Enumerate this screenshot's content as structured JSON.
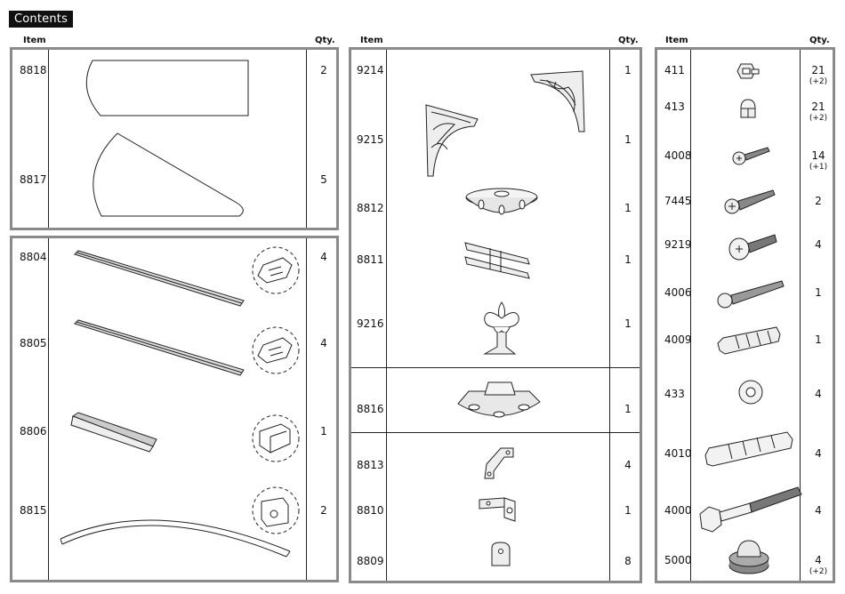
{
  "title": "Contents",
  "headers": {
    "item": "Item",
    "qty": "Qty."
  },
  "panel_a": [
    {
      "item": "8818",
      "qty": "2",
      "icon": "curved-panel-icon"
    },
    {
      "item": "8817",
      "qty": "5",
      "icon": "wedge-panel-icon"
    }
  ],
  "panel_b": [
    {
      "item": "8804",
      "qty": "4",
      "icon": "rail-profile-icon"
    },
    {
      "item": "8805",
      "qty": "4",
      "icon": "rail-profile-icon"
    },
    {
      "item": "8806",
      "qty": "1",
      "icon": "short-rail-icon"
    },
    {
      "item": "8815",
      "qty": "2",
      "icon": "curved-tube-icon"
    }
  ],
  "panel_c": [
    {
      "item": "9214",
      "qty": "1",
      "icon": "ornate-bracket-icon"
    },
    {
      "item": "9215",
      "qty": "1",
      "icon": "ornate-bracket-icon"
    },
    {
      "item": "8812",
      "qty": "1",
      "icon": "hub-cap-icon"
    },
    {
      "item": "8811",
      "qty": "1",
      "icon": "connector-bar-icon"
    },
    {
      "item": "9216",
      "qty": "1",
      "icon": "fleur-de-lis-finial-icon"
    },
    {
      "item": "8816",
      "qty": "1",
      "icon": "hub-base-icon"
    },
    {
      "item": "8813",
      "qty": "4",
      "icon": "angle-bracket-icon"
    },
    {
      "item": "8810",
      "qty": "1",
      "icon": "small-bracket-icon"
    },
    {
      "item": "8809",
      "qty": "8",
      "icon": "tab-plate-icon"
    }
  ],
  "panel_d": [
    {
      "item": "411",
      "qty": "21",
      "extra": "(+2)",
      "icon": "hex-bolt-icon"
    },
    {
      "item": "413",
      "qty": "21",
      "extra": "(+2)",
      "icon": "cap-nut-icon"
    },
    {
      "item": "4008",
      "qty": "14",
      "extra": "(+1)",
      "icon": "short-screw-icon"
    },
    {
      "item": "7445",
      "qty": "2",
      "extra": "",
      "icon": "long-screw-icon"
    },
    {
      "item": "9219",
      "qty": "4",
      "extra": "",
      "icon": "round-head-bolt-icon"
    },
    {
      "item": "4006",
      "qty": "1",
      "extra": "",
      "icon": "wood-screw-icon"
    },
    {
      "item": "4009",
      "qty": "1",
      "extra": "",
      "icon": "wall-plug-icon"
    },
    {
      "item": "433",
      "qty": "4",
      "extra": "",
      "icon": "washer-icon"
    },
    {
      "item": "4010",
      "qty": "4",
      "extra": "",
      "icon": "large-wall-plug-icon"
    },
    {
      "item": "4000",
      "qty": "4",
      "extra": "",
      "icon": "lag-bolt-icon"
    },
    {
      "item": "5000",
      "qty": "4",
      "extra": "(+2)",
      "icon": "foot-pad-icon"
    }
  ]
}
